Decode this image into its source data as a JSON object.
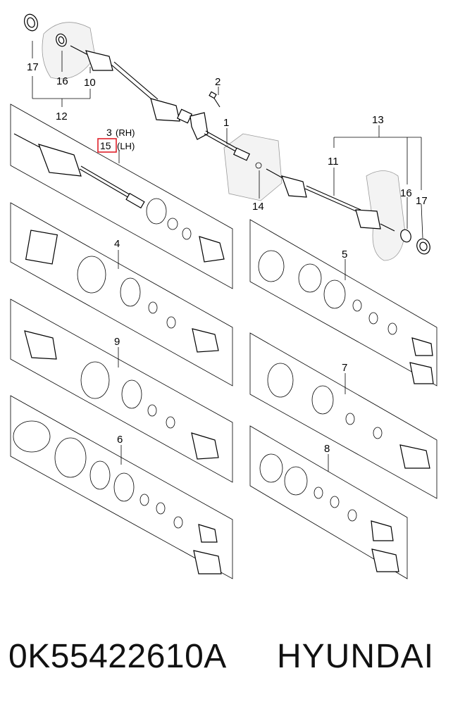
{
  "callouts": {
    "c17_left": "17",
    "c16_left": "16",
    "c10": "10",
    "c12": "12",
    "c2": "2",
    "c1": "1",
    "c3": "3",
    "c3_suffix": "(RH)",
    "c15": "15",
    "c15_suffix": "(LH)",
    "c13": "13",
    "c11": "11",
    "c16_right": "16",
    "c17_right": "17",
    "c14": "14",
    "c4": "4",
    "c5": "5",
    "c9": "9",
    "c7": "7",
    "c6": "6",
    "c8": "8"
  },
  "highlight_color": "#e0202a",
  "caption": {
    "part_number": "0K55422610A",
    "brand": "HYUNDAI"
  }
}
